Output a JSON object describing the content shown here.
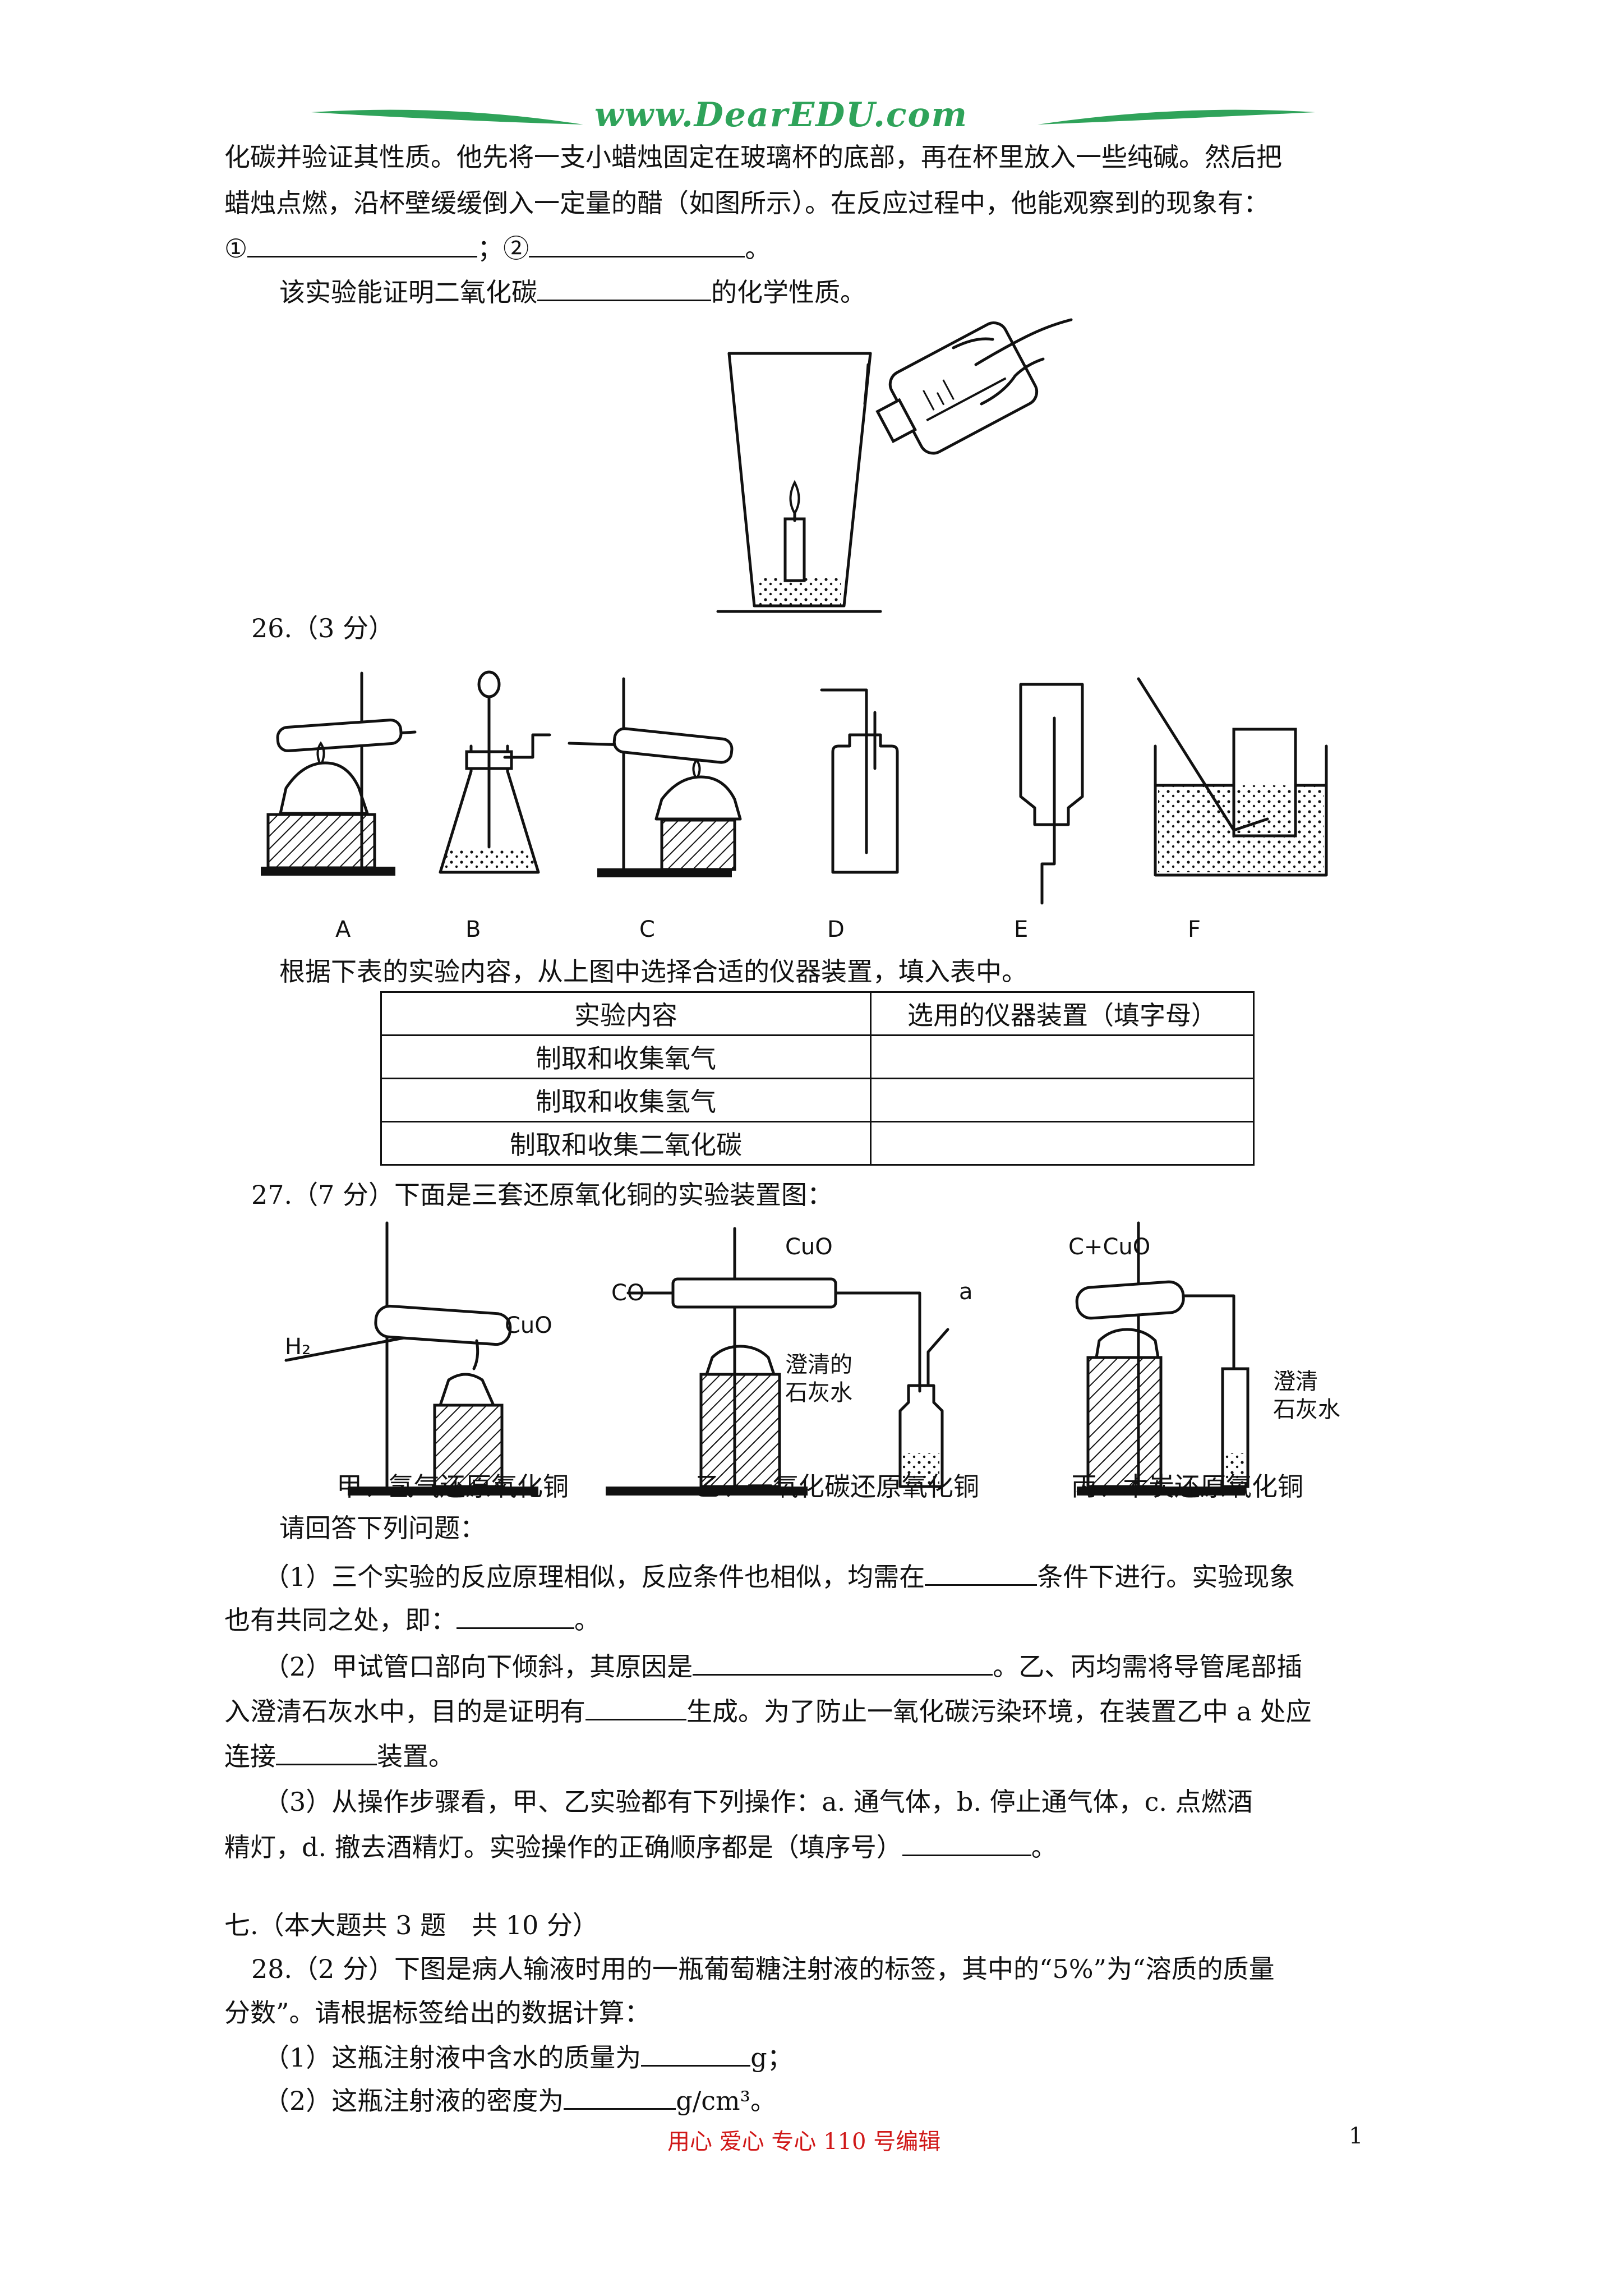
{
  "header": {
    "site": "www.DearEDU.com",
    "accent_color": "#2fa35a"
  },
  "q25": {
    "line1": "化碳并验证其性质。他先将一支小蜡烛固定在玻璃杯的底部，再在杯里放入一些纯碱。然后把",
    "line2": "蜡烛点燃，沿杯壁缓缓倒入一定量的醋（如图所示）。在反应过程中，他能观察到的现象有：",
    "circle1": "①",
    "semicolon": "；",
    "circle2": "②",
    "period": "。",
    "line4_pre": "该实验能证明二氧化碳",
    "line4_post": "的化学性质。"
  },
  "q26": {
    "heading": "26.（3 分）",
    "apparatus_labels": [
      "A",
      "B",
      "C",
      "D",
      "E",
      "F"
    ],
    "instruction": "根据下表的实验内容，从上图中选择合适的仪器装置，填入表中。",
    "table": {
      "headers": [
        "实验内容",
        "选用的仪器装置（填字母）"
      ],
      "rows": [
        "制取和收集氧气",
        "制取和收集氢气",
        "制取和收集二氧化碳"
      ]
    }
  },
  "q27": {
    "heading": "27.（7 分）下面是三套还原氧化铜的实验装置图：",
    "fig": {
      "h2": "H₂",
      "cuo_a": "CuO",
      "co": "CO",
      "cuo_b": "CuO",
      "a": "a",
      "limewater_b": [
        "澄清的",
        "石灰水"
      ],
      "ccuo": "C+CuO",
      "limewater_c": [
        "澄清",
        "石灰水"
      ]
    },
    "captions": [
      "甲、氢气还原氧化铜",
      "乙、一氧化碳还原氧化铜",
      "丙、木炭还原氧化铜"
    ],
    "prompt": "请回答下列问题：",
    "p1_a": "（1）三个实验的反应原理相似，反应条件也相似，均需在",
    "p1_b": "条件下进行。实验现象",
    "p1_c": "也有共同之处，即：",
    "p1_d": "。",
    "p2_a": "（2）甲试管口部向下倾斜，其原因是",
    "p2_b": "。乙、丙均需将导管尾部插",
    "p2_c": "入澄清石灰水中，目的是证明有",
    "p2_d": "生成。为了防止一氧化碳污染环境，在装置乙中 a 处应",
    "p2_e": "连接",
    "p2_f": "装置。",
    "p3_a": "（3）从操作步骤看，甲、乙实验都有下列操作：a. 通气体，b. 停止通气体，c. 点燃酒",
    "p3_b": "精灯，d. 撤去酒精灯。实验操作的正确顺序都是（填序号）",
    "p3_c": "。"
  },
  "section7": {
    "heading": "七.（本大题共 3 题　共 10 分）",
    "q28_line1": "28.（2 分）下图是病人输液时用的一瓶葡萄糖注射液的标签，其中的“5%”为“溶质的质量",
    "q28_line2": "分数”。请根据标签给出的数据计算：",
    "q28_p1_a": "（1）这瓶注射液中含水的质量为",
    "q28_p1_b": "g；",
    "q28_p2_a": "（2）这瓶注射液的密度为",
    "q28_p2_b": "g/cm³。"
  },
  "footer": {
    "text": "用心  爱心  专心   110 号编辑",
    "page": "1",
    "color": "#d01818"
  }
}
